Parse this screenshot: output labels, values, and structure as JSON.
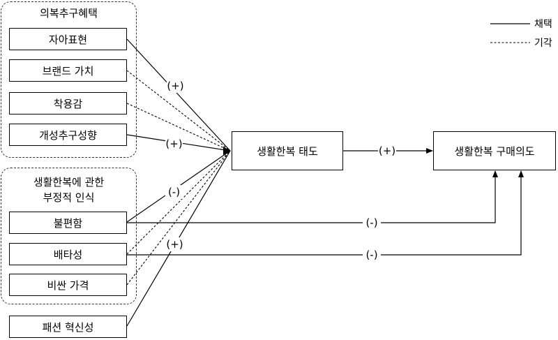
{
  "groups": {
    "clothing_benefits": {
      "title": "의복추구혜택"
    },
    "negative_perception": {
      "title_line1": "생활한복에 관한",
      "title_line2": "부정적 인식"
    }
  },
  "nodes": {
    "self_expression": "자아표현",
    "brand_value": "브랜드 가치",
    "comfort": "착용감",
    "individuality": "개성추구성향",
    "inconvenience": "불편함",
    "exclusiveness": "배타성",
    "expensive_price": "비싼 가격",
    "fashion_innovation": "패션 혁신성",
    "attitude": "생활한복 태도",
    "purchase_intention": "생활한복 구매의도"
  },
  "edge_labels": {
    "self_expression": "(+)",
    "individuality": "(+)",
    "negative_group": "(-)",
    "fashion_innovation": "(+)",
    "attitude_to_intention": "(+)",
    "inconvenience_to_intention": "(-)",
    "exclusiveness_to_intention": "(-)"
  },
  "legend": {
    "adopted": "채택",
    "rejected": "기각"
  }
}
